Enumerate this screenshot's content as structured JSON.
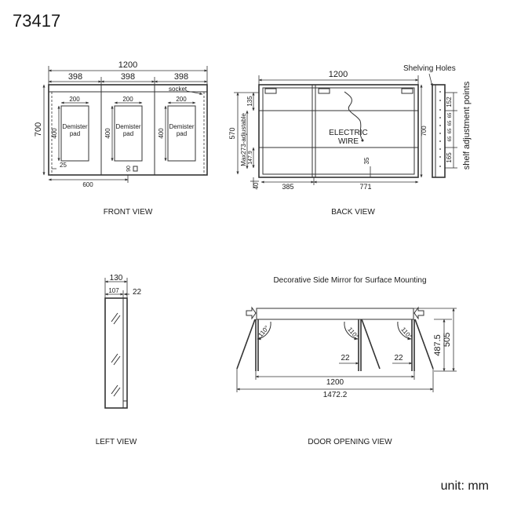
{
  "model": "73417",
  "unit": "unit: mm",
  "front_view": {
    "caption": "FRONT VIEW",
    "width": "1200",
    "sections": [
      "398",
      "398",
      "398"
    ],
    "height": "700",
    "socket": "socket",
    "pads": [
      {
        "width": "200",
        "height": "400",
        "label_line1": "Demister",
        "label_line2": "pad"
      },
      {
        "width": "200",
        "height": "400",
        "label_line1": "Demister",
        "label_line2": "pad"
      },
      {
        "width": "200",
        "height": "400",
        "label_line1": "Demister",
        "label_line2": "pad"
      }
    ],
    "offset": "25",
    "half_width": "600",
    "switch_dim": "90"
  },
  "back_view": {
    "caption": "BACK VIEW",
    "width": "1200",
    "electric_wire_line1": "ELECTRIC",
    "electric_wire_line2": "WIRE",
    "dim_570": "570",
    "dim_max273": "Max273-adjustable",
    "dim_135": "135",
    "dim_147": "147.9",
    "dim_35": "35",
    "dim_40": "40",
    "dim_385": "385",
    "dim_771": "771",
    "dim_700": "700",
    "shelving_holes": "Shelving Holes",
    "shelf_adjustment": "shelf adjustment points",
    "dim_152": "152",
    "small_dims": [
      "65",
      "65",
      "65",
      "65"
    ],
    "dim_165": "165"
  },
  "left_view": {
    "caption": "LEFT VIEW",
    "depth": "130",
    "inner": "107",
    "door": "22"
  },
  "door_view": {
    "title": "Decorative Side Mirror for Surface Mounting",
    "caption": "DOOR OPENING VIEW",
    "angles": [
      "110°",
      "110°",
      "110°"
    ],
    "door_left": "22",
    "door_right": "22",
    "width": "1200",
    "open_width": "1472.2",
    "dim_487": "487.5",
    "dim_505": "505"
  }
}
